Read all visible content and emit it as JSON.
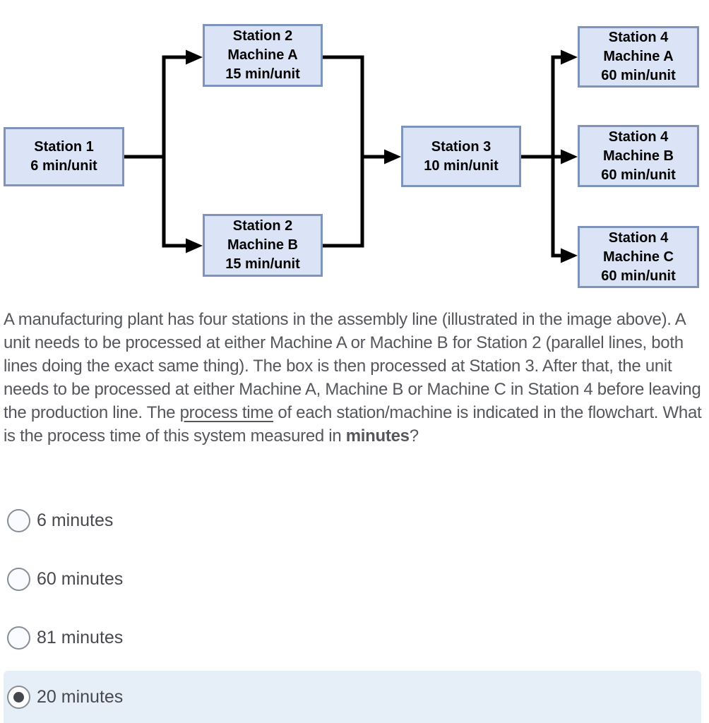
{
  "diagram": {
    "description": "assembly-line-flowchart",
    "box_fill": "#dbe4f6",
    "box_border": "#7e94bb",
    "connector_color": "#000000",
    "nodes": [
      {
        "id": "station-1",
        "lines": [
          "Station 1",
          "6 min/unit"
        ]
      },
      {
        "id": "station-2-machine-a",
        "lines": [
          "Station 2",
          "Machine A",
          "15 min/unit"
        ]
      },
      {
        "id": "station-2-machine-b",
        "lines": [
          "Station 2",
          "Machine B",
          "15 min/unit"
        ]
      },
      {
        "id": "station-3",
        "lines": [
          "Station 3",
          "10 min/unit"
        ]
      },
      {
        "id": "station-4-machine-a",
        "lines": [
          "Station 4",
          "Machine A",
          "60 min/unit"
        ]
      },
      {
        "id": "station-4-machine-b",
        "lines": [
          "Station 4",
          "Machine B",
          "60 min/unit"
        ]
      },
      {
        "id": "station-4-machine-c",
        "lines": [
          "Station 4",
          "Machine C",
          "60 min/unit"
        ]
      }
    ]
  },
  "question": {
    "segments": [
      {
        "text": "A manufacturing plant has four stations in the assembly line (illustrated in the image above). A unit needs to be processed at either Machine A or Machine B for Station 2 (parallel lines, both lines doing the exact same thing). The box is then processed at Station 3. After that, the unit needs to be processed at either Machine A, Machine B or Machine C in Station 4 before leaving the production line. The "
      },
      {
        "text": "process time",
        "underline": true
      },
      {
        "text": " of each station/machine is indicated in the flowchart. What is the process time of this system measured in "
      },
      {
        "text": "minutes",
        "bold": true
      },
      {
        "text": "?"
      }
    ]
  },
  "options": [
    {
      "label": "6 minutes",
      "selected": false
    },
    {
      "label": "60 minutes",
      "selected": false
    },
    {
      "label": "81 minutes",
      "selected": false
    },
    {
      "label": "20 minutes",
      "selected": true
    }
  ],
  "colors": {
    "selected_row_highlight": "#e6eff8",
    "question_text": "#55575c",
    "option_text": "#47494e",
    "radio_border": "#878d96",
    "radio_dot": "#44474c"
  }
}
